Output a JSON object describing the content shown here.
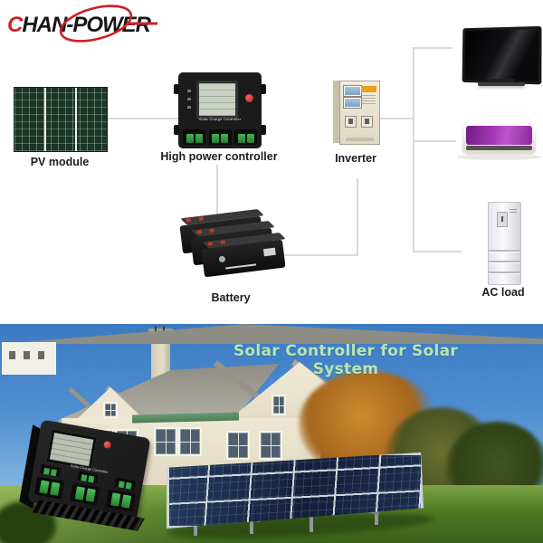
{
  "logo": {
    "text": "CHAN-POWER"
  },
  "diagram": {
    "pv_label": "PV module",
    "controller_label": "High power controller",
    "controller_face_text": "Solar Charge Controller",
    "inverter_label": "Inverter",
    "battery_label": "Battery",
    "ac_load_label": "AC load"
  },
  "photo": {
    "caption": "Solar Controller for Solar System"
  },
  "colors": {
    "logo_accent_red": "#d01f26",
    "connector_line_grey": "#dadada",
    "caption_green": "#b9e4b0",
    "pv_dark_green": "#1b3526",
    "solar_array_navy": "#1c2b4e",
    "ac_front_purple": "#952aa4",
    "terminal_green": "#2f9e3f"
  }
}
